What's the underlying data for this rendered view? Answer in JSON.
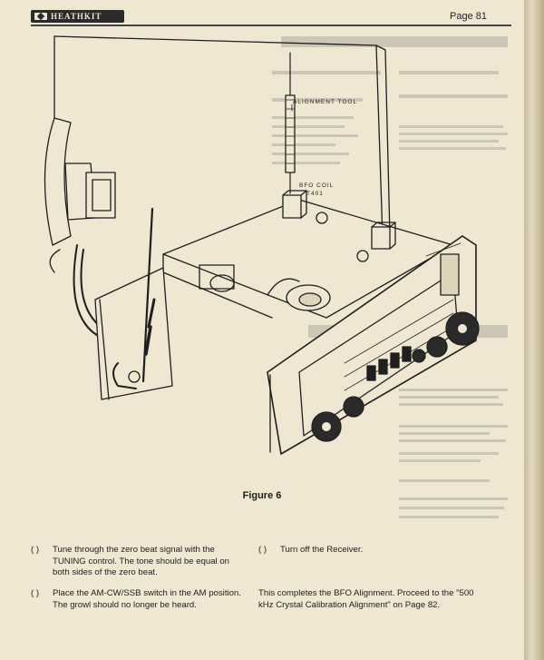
{
  "header": {
    "logo_text": "HEATHKIT",
    "page_number": "Page 81"
  },
  "figure": {
    "caption": "Figure 6",
    "labels": {
      "alignment_tool": "ALIGNMENT TOOL",
      "bfo_coil": "BFO COIL",
      "bfo_coil_ref": "T401"
    }
  },
  "steps": [
    {
      "checkbox": "( )",
      "text": "Tune through the zero beat signal with the TUNING control. The tone should be equal on both sides of the zero beat."
    },
    {
      "checkbox": "( )",
      "text": "Turn off the Receiver."
    },
    {
      "checkbox": "( )",
      "text": "Place the AM-CW/SSB switch in the AM position. The growl should no longer be heard."
    }
  ],
  "closing_text": "This completes the BFO Alignment. Proceed to the \"500 kHz Crystal Calibration Alignment\" on Page 82."
}
